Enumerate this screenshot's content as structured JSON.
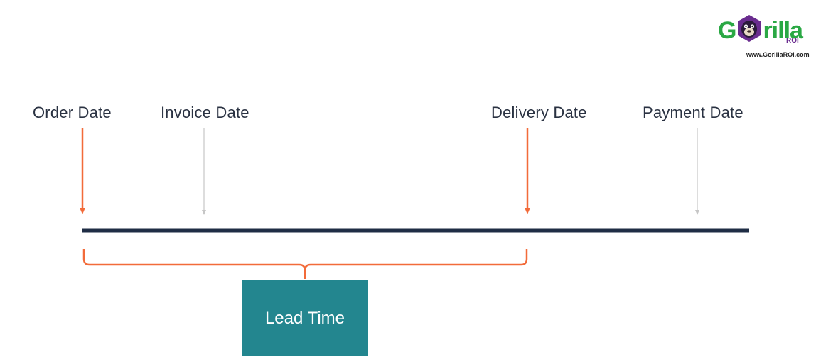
{
  "logo": {
    "wordmark_prefix": "G",
    "wordmark_suffix": "rilla",
    "sub": "ROI",
    "url": "www.GorillaROI.com"
  },
  "events": [
    {
      "label": "Order Date",
      "emphasis": true
    },
    {
      "label": "Invoice Date",
      "emphasis": false
    },
    {
      "label": "Delivery Date",
      "emphasis": true
    },
    {
      "label": "Payment Date",
      "emphasis": false
    }
  ],
  "span": {
    "from": "Order Date",
    "to": "Delivery Date",
    "label": "Lead Time"
  },
  "colors": {
    "timeline": "#1f2d45",
    "emphasis_arrow": "#f26b3a",
    "muted_arrow": "#c6c6c6",
    "bracket": "#f26b3a",
    "lead_box": "#23868f",
    "brand_green": "#2aa844",
    "brand_purple": "#6a2c8f"
  }
}
